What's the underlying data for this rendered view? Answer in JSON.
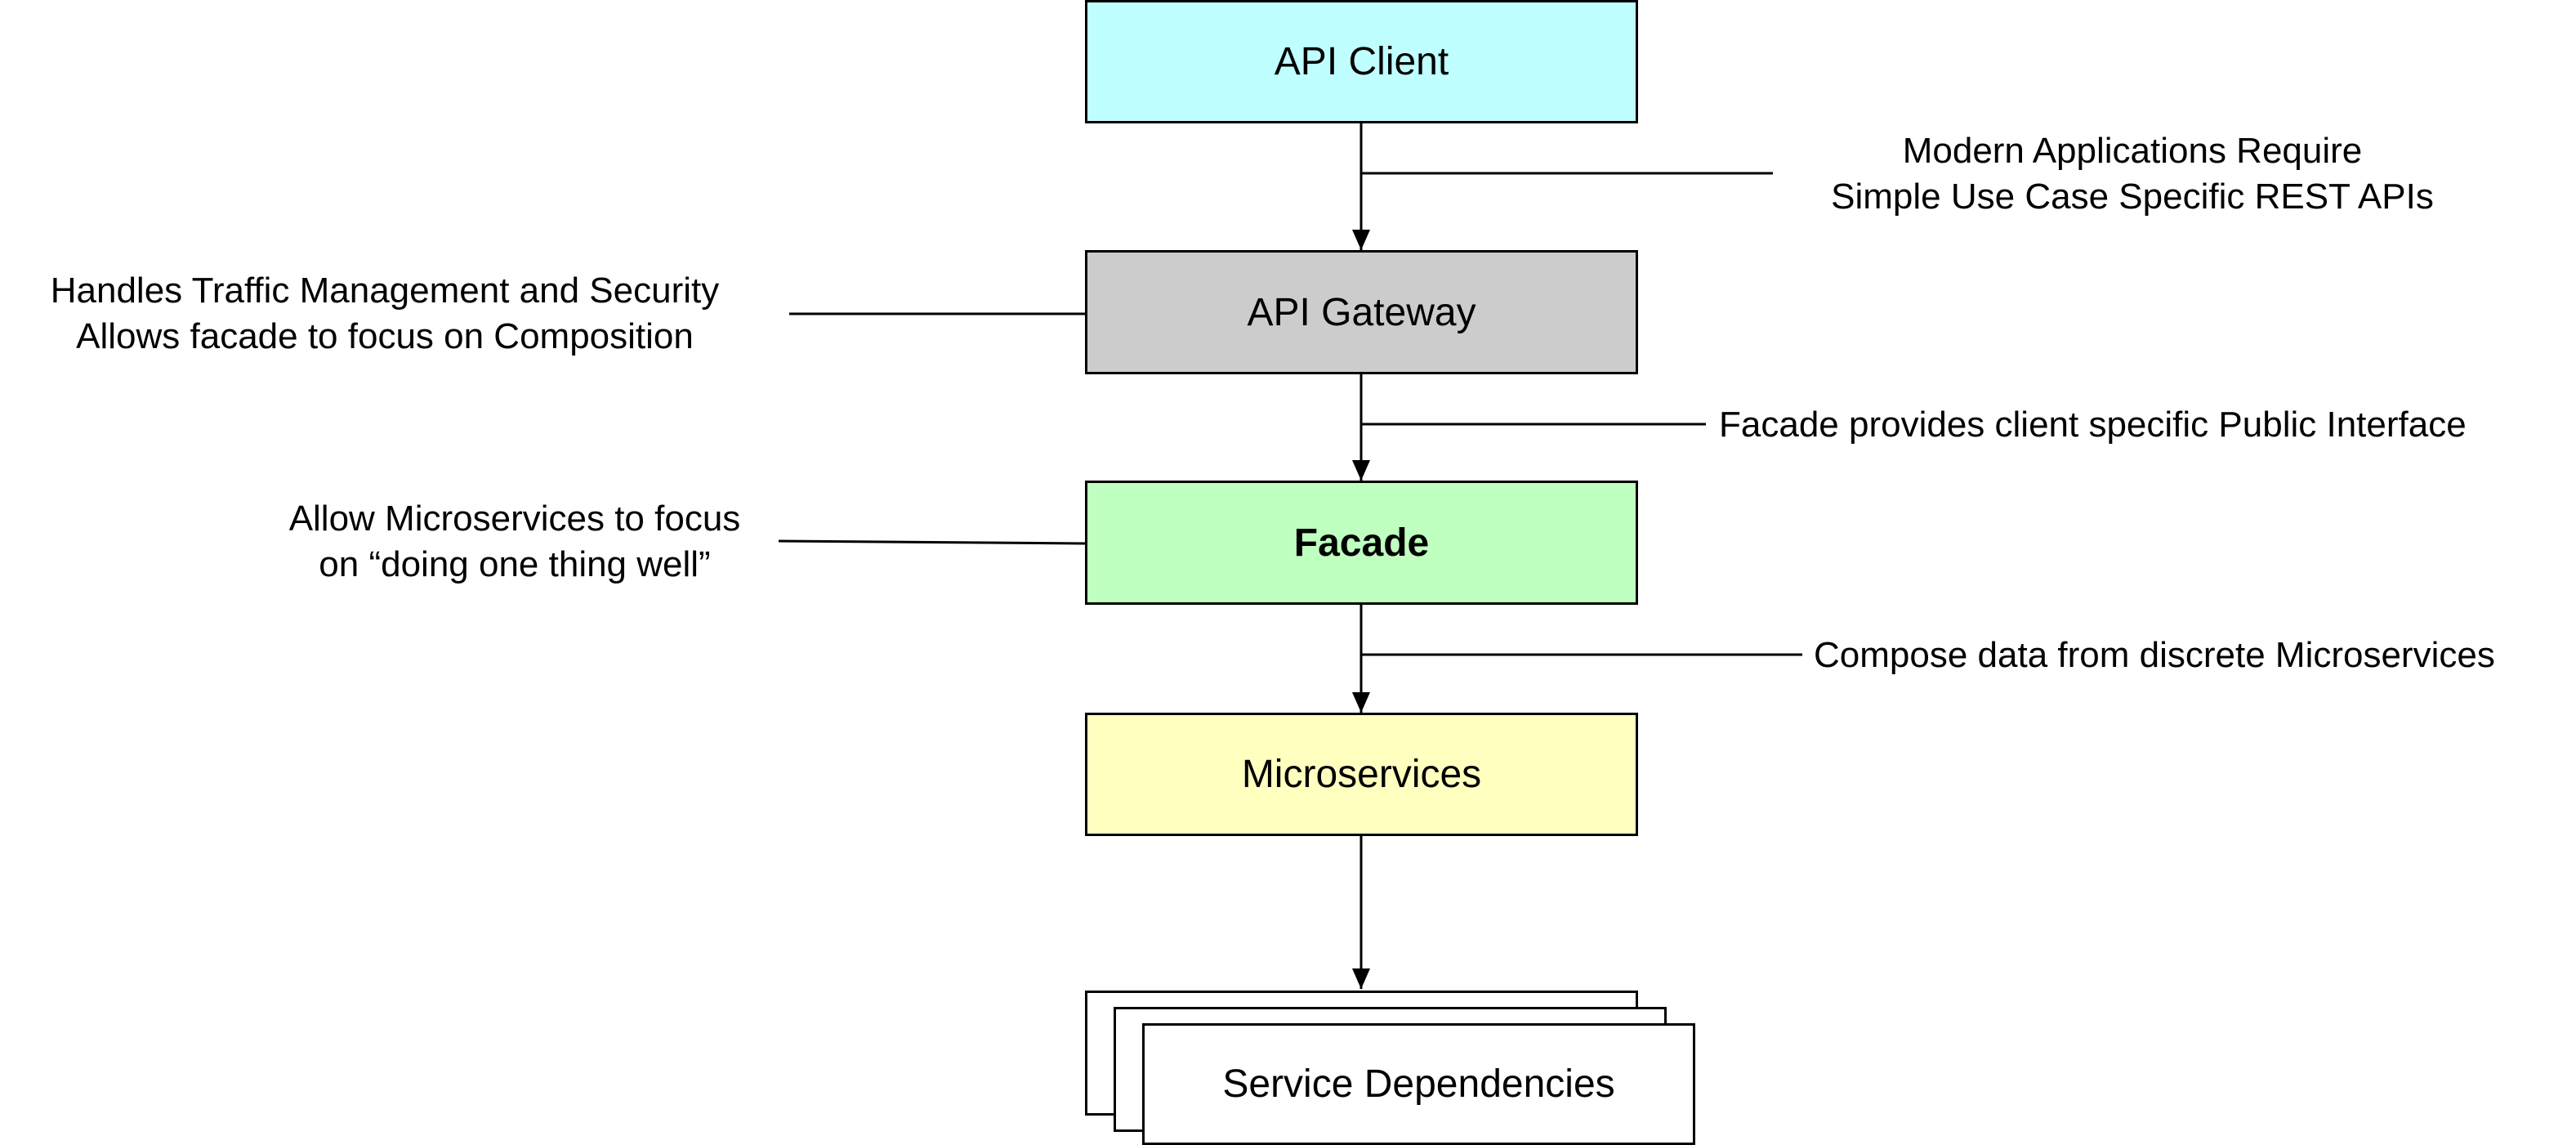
{
  "colors": {
    "api_client": "#bfffff",
    "api_gateway": "#cccccc",
    "facade": "#bfffbf",
    "microservices": "#ffffbf",
    "service_dependencies": "#ffffff",
    "stroke": "#000000"
  },
  "boxes": {
    "api_client": "API Client",
    "api_gateway": "API Gateway",
    "facade": "Facade",
    "microservices": "Microservices",
    "service_dependencies": "Service Dependencies"
  },
  "notes": {
    "modern_apps": {
      "line1": "Modern Applications Require",
      "line2": "Simple Use Case Specific REST APIs"
    },
    "traffic": {
      "line1": "Handles Traffic Management and Security",
      "line2": "Allows facade to focus on Composition"
    },
    "facade_interface": {
      "line1": "Facade provides client specific Public Interface"
    },
    "microservices_focus": {
      "line1": "Allow Microservices to focus",
      "line2": "on “doing one thing well”"
    },
    "compose": {
      "line1": "Compose data from discrete Microservices"
    }
  }
}
